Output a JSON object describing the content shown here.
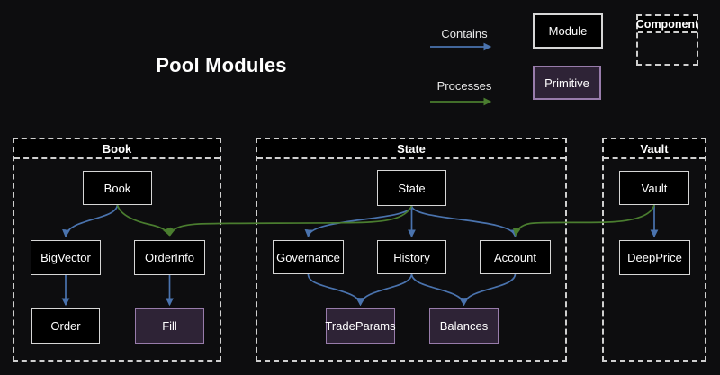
{
  "title": "Pool Modules",
  "legend": {
    "contains": "Contains",
    "processes": "Processes",
    "module": "Module",
    "primitive": "Primitive",
    "component": "Component"
  },
  "colors": {
    "background": "#0d0d0f",
    "module_fill": "#000000",
    "module_border": "#d6d6d6",
    "module_text": "#ffffff",
    "primitive_fill": "#2e2336",
    "primitive_border": "#987cab",
    "container_border": "#cfcfcf",
    "contains_arrow": "#4a73ae",
    "processes_arrow": "#4a7d2f"
  },
  "sections": [
    {
      "label": "Book",
      "nodes": [
        {
          "label": "Book",
          "type": "module"
        },
        {
          "label": "BigVector",
          "type": "module"
        },
        {
          "label": "OrderInfo",
          "type": "module"
        },
        {
          "label": "Order",
          "type": "module"
        },
        {
          "label": "Fill",
          "type": "primitive"
        }
      ]
    },
    {
      "label": "State",
      "nodes": [
        {
          "label": "State",
          "type": "module"
        },
        {
          "label": "Governance",
          "type": "module"
        },
        {
          "label": "History",
          "type": "module"
        },
        {
          "label": "Account",
          "type": "module"
        },
        {
          "label": "TradeParams",
          "type": "primitive"
        },
        {
          "label": "Balances",
          "type": "primitive"
        }
      ]
    },
    {
      "label": "Vault",
      "nodes": [
        {
          "label": "Vault",
          "type": "module"
        },
        {
          "label": "DeepPrice",
          "type": "module"
        }
      ]
    }
  ],
  "edges": {
    "contains": [
      {
        "from": "Book",
        "to": "BigVector"
      },
      {
        "from": "BigVector",
        "to": "Order"
      },
      {
        "from": "OrderInfo",
        "to": "Fill"
      },
      {
        "from": "State",
        "to": "Governance"
      },
      {
        "from": "State",
        "to": "History"
      },
      {
        "from": "State",
        "to": "Account"
      },
      {
        "from": "Governance",
        "to": "TradeParams"
      },
      {
        "from": "History",
        "to": "TradeParams"
      },
      {
        "from": "History",
        "to": "Balances"
      },
      {
        "from": "Account",
        "to": "Balances"
      },
      {
        "from": "Vault",
        "to": "DeepPrice"
      }
    ],
    "processes": [
      {
        "from": "Book",
        "to": "OrderInfo"
      },
      {
        "from": "State",
        "to": "OrderInfo"
      },
      {
        "from": "Vault",
        "to": "Account"
      }
    ]
  }
}
